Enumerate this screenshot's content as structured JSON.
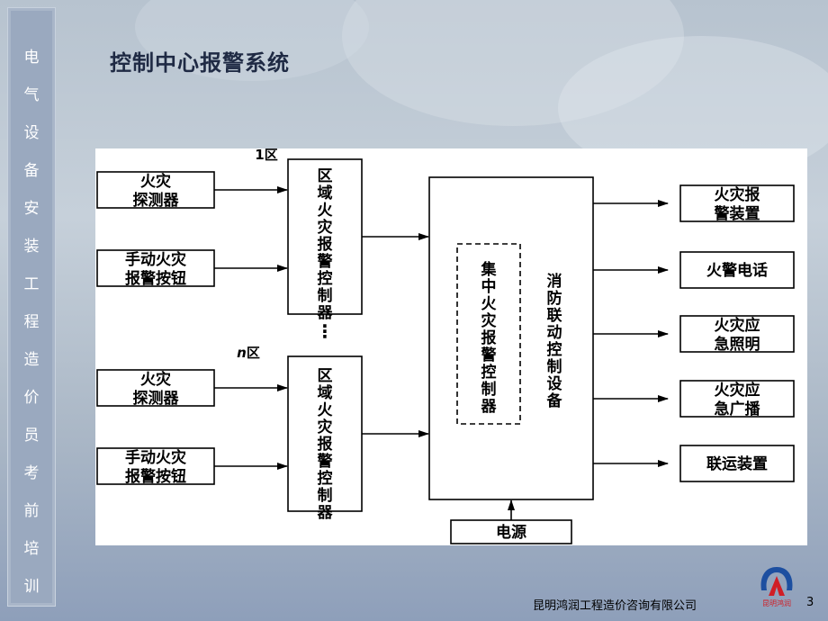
{
  "sidebar": {
    "chars": [
      "电",
      "气",
      "设",
      "备",
      "安",
      "装",
      "工",
      "程",
      "造",
      "价",
      "员",
      "考",
      "前",
      "培",
      "训"
    ]
  },
  "title": "控制中心报警系统",
  "diagram": {
    "zone1_label": "1区",
    "zonen_label_italic": "n",
    "zonen_label_rest": "区",
    "ellipsis": "⋮",
    "zone1_inputs": [
      {
        "line1": "火灾",
        "line2": "探测器"
      },
      {
        "line1": "手动火灾",
        "line2": "报警按钮"
      }
    ],
    "zonen_inputs": [
      {
        "line1": "火灾",
        "line2": "探测器"
      },
      {
        "line1": "手动火灾",
        "line2": "报警按钮"
      }
    ],
    "area_controller_chars": [
      "区",
      "域",
      "火",
      "灾",
      "报",
      "警",
      "控",
      "制",
      "器"
    ],
    "central_controller_chars": [
      "集",
      "中",
      "火",
      "灾",
      "报",
      "警",
      "控",
      "制",
      "器"
    ],
    "linkage_chars": [
      "消",
      "防",
      "联",
      "动",
      "控",
      "制",
      "设",
      "备"
    ],
    "power": "电源",
    "outputs": [
      {
        "line1": "火灾报",
        "line2": "警装置"
      },
      {
        "line1": "火警电话",
        "line2": ""
      },
      {
        "line1": "火灾应",
        "line2": "急照明"
      },
      {
        "line1": "火灾应",
        "line2": "急广播"
      },
      {
        "line1": "联运装置",
        "line2": ""
      }
    ]
  },
  "footer": {
    "company": "昆明鸿润工程造价咨询有限公司",
    "page": "3",
    "logo_text": "昆明鸿润"
  }
}
